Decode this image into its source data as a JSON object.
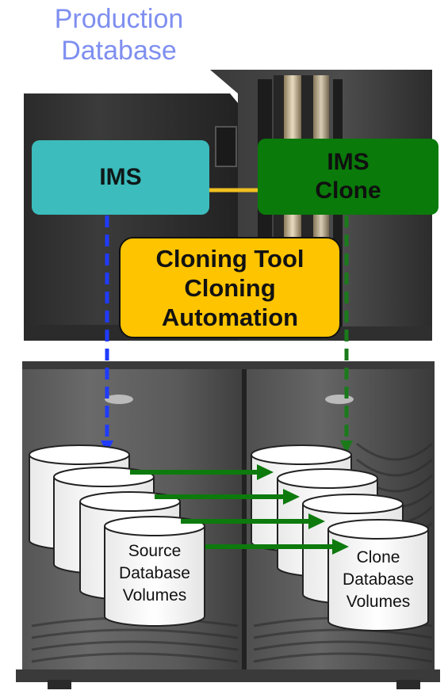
{
  "title": {
    "line1": "Production",
    "line2": "Database"
  },
  "ims_box": {
    "label": "IMS"
  },
  "ims_clone_box": {
    "line1": "IMS",
    "line2": "Clone"
  },
  "cloning_tool_box": {
    "line1": "Cloning Tool",
    "line2": "Cloning",
    "line3": "Automation"
  },
  "source_volumes": {
    "line1": "Source",
    "line2": "Database",
    "line3": "Volumes"
  },
  "clone_volumes": {
    "line1": "Clone",
    "line2": "Database",
    "line3": "Volumes"
  },
  "colors": {
    "title": "#7f8ff0",
    "ims": "#3cbcbc",
    "ims_clone": "#0a7a0a",
    "cloning_tool": "#ffc400",
    "source_link": "#1f3bff",
    "clone_link": "#1a7a1a",
    "copy_arrow": "#0d7a0d",
    "ims_to_clone_arrow": "#f0c020"
  },
  "icons": [
    "mainframe-server-icon",
    "storage-array-icon",
    "disk-volume-icon"
  ]
}
